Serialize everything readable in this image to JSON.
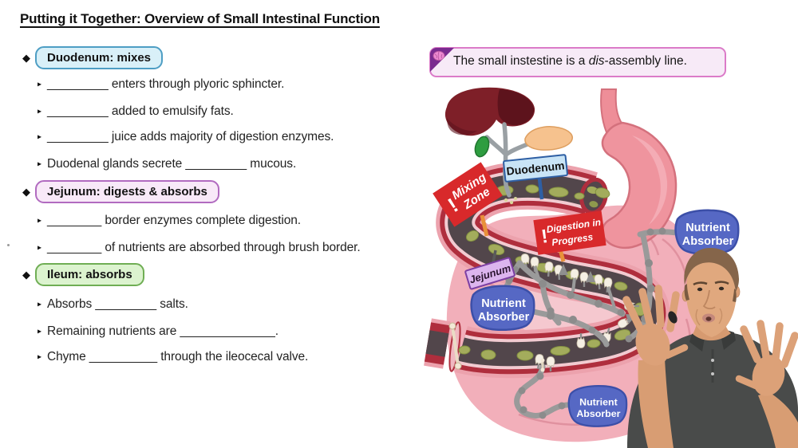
{
  "title": "Putting it Together: Overview of Small Intestinal Function",
  "icons": {
    "diamond": "◆",
    "triangle": "▸",
    "brain": "brain-icon"
  },
  "outline": {
    "sections": [
      {
        "label": "Duodenum: mixes",
        "items": [
          "_________ enters through plyoric sphincter.",
          "_________ added to emulsify fats.",
          "_________ juice adds majority of digestion enzymes.",
          "Duodenal glands secrete _________ mucous."
        ]
      },
      {
        "label": "Jejunum: digests & absorbs",
        "items": [
          "________ border enzymes complete digestion.",
          "________ of nutrients are absorbed through brush border."
        ]
      },
      {
        "label": "Ileum: absorbs",
        "items": [
          "Absorbs _________ salts.",
          "Remaining nutrients are ______________.",
          "Chyme __________ through the ileocecal valve."
        ]
      }
    ]
  },
  "callout": {
    "prefix": "The small instestine is a ",
    "italic": "dis",
    "suffix": "-assembly line."
  },
  "diagram": {
    "signs": {
      "duodenum": "Duodenum",
      "jejunum": "Jejunum",
      "mixing": {
        "bang": "!",
        "line1": "Mixing",
        "line2": "Zone"
      },
      "digestion": {
        "bang": "!",
        "line1": "Digestion in",
        "line2": "Progress"
      },
      "nutrient": {
        "line1": "Nutrient",
        "line2": "Absorber"
      }
    },
    "colors": {
      "header_cyan_bg": "#d9f0f8",
      "header_cyan_border": "#4e9ec4",
      "header_pink_bg": "#f8e9f8",
      "header_pink_border": "#b16bc0",
      "header_green_bg": "#dcf3cf",
      "header_green_border": "#6fae54",
      "callout_border": "#db7bc8",
      "callout_corner_purple": "#7a2b8f",
      "sign_red": "#d8292b",
      "sign_post_orange": "#e8913a",
      "duodenum_label_blue": "#c9e4f6",
      "jejunum_label_lavender": "#dcb5ee",
      "nutrient_blob_blue": "#5668c4",
      "liver_maroon": "#7e1f28",
      "stomach_pink": "#ef949e",
      "intestine_wall_red": "#af2e3d",
      "intestine_lumen_dark": "#52464b",
      "chyme_olive": "#a3ac5c",
      "pancreas_tan": "#f6c28e",
      "gallbladder_green": "#2e9d40"
    }
  }
}
